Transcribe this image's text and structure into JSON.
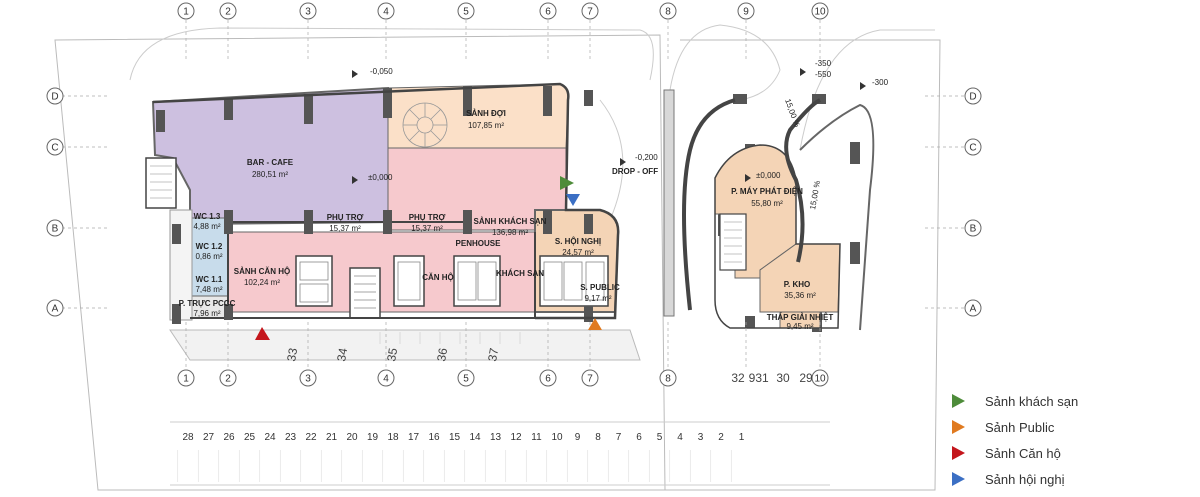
{
  "colors": {
    "bar_cafe": "#cdc0e0",
    "hotel": "#f6c9cd",
    "waiting": "#fbe0c8",
    "service": "#f4d4b6",
    "wc": "#c8dceb",
    "legend_hotel": "#4e8c3a",
    "legend_public": "#e07a20",
    "legend_apartment": "#c4161c",
    "legend_conference": "#3b6fc4"
  },
  "grid_axes_top": [
    "1",
    "2",
    "3",
    "4",
    "5",
    "6",
    "7",
    "8",
    "9",
    "10"
  ],
  "grid_axes_side": [
    "D",
    "C",
    "B",
    "A"
  ],
  "rooms": {
    "bar_cafe": {
      "name": "BAR - CAFE",
      "area": "280,51 m²"
    },
    "sanh_doi": {
      "name": "SẢNH ĐỢI",
      "area": "107,85 m²"
    },
    "sanh_khach_san": {
      "name": "SẢNH KHÁCH SẠN",
      "area": "136,98 m²"
    },
    "phu_tro_1": {
      "name": "PHỤ TRỢ",
      "area": "15,37 m²"
    },
    "phu_tro_2": {
      "name": "PHỤ TRỢ",
      "area": "15,37 m²"
    },
    "wc_13": {
      "name": "WC 1.3",
      "area": "4,88 m²"
    },
    "wc_12": {
      "name": "WC 1.2",
      "area": "0,86 m²"
    },
    "wc_11": {
      "name": "WC 1.1",
      "area": "7,48 m²"
    },
    "truc_pccc": {
      "name": "P. TRỰC PCCC",
      "area": "7,96 m²"
    },
    "sanh_can_ho": {
      "name": "SẢNH CĂN HỘ",
      "area": "102,24 m²"
    },
    "penhouse": {
      "name": "PENHOUSE"
    },
    "can_ho": {
      "name": "CĂN HỘ"
    },
    "khach_san": {
      "name": "KHÁCH SẠN"
    },
    "hoi_nghi": {
      "name": "S. HỘI NGHỊ",
      "area": "24,57 m²"
    },
    "public": {
      "name": "S. PUBLIC",
      "area": "9,17 m²"
    },
    "may_phat": {
      "name": "P. MÁY PHÁT ĐIỆN",
      "area": "55,80 m²"
    },
    "kho": {
      "name": "P. KHO",
      "area": "35,36 m²"
    },
    "thap_giai_nhiet": {
      "name": "THÁP GIẢI NHIỆT",
      "area": "9,45 m²"
    }
  },
  "levels": {
    "top": "-0,050",
    "floor": "±0,000",
    "dropoff_level": "-0,200",
    "dropoff": "DROP - OFF",
    "right_a": "-350",
    "right_b": "-550",
    "right_c": "-300",
    "ramp_a": "15,00 %",
    "ramp_b": "15,00 %"
  },
  "parking": [
    "28",
    "27",
    "26",
    "25",
    "24",
    "23",
    "22",
    "21",
    "20",
    "19",
    "18",
    "17",
    "16",
    "15",
    "14",
    "13",
    "12",
    "11",
    "10",
    "9",
    "8",
    "7",
    "6",
    "5",
    "4",
    "3",
    "2",
    "1"
  ],
  "motor_numbers_left": [
    "33",
    "34",
    "35",
    "36",
    "37"
  ],
  "motor_numbers_right": [
    "32",
    "9",
    "31",
    "30",
    "29"
  ],
  "legend": [
    {
      "label": "Sảnh khách sạn",
      "color": "#4e8c3a"
    },
    {
      "label": "Sảnh Public",
      "color": "#e07a20"
    },
    {
      "label": "Sảnh Căn hộ",
      "color": "#c4161c"
    },
    {
      "label": "Sảnh hội nghị",
      "color": "#3b6fc4"
    }
  ]
}
